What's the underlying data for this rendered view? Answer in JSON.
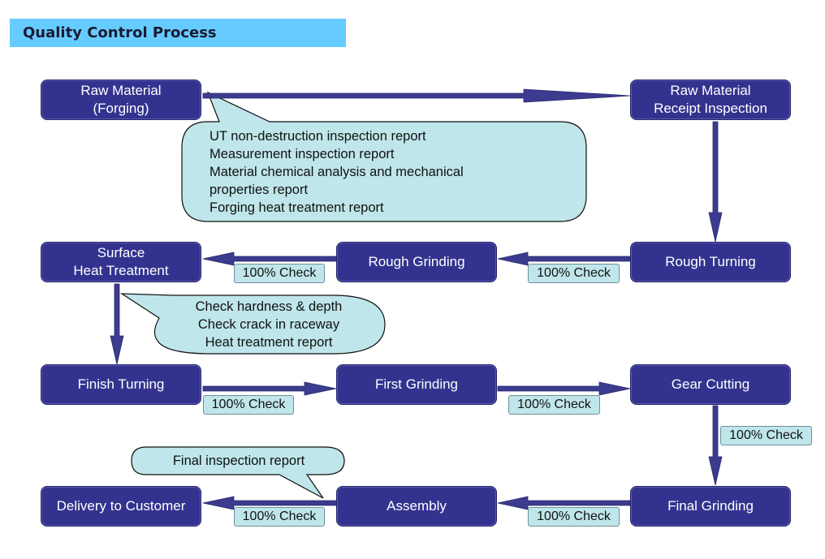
{
  "title": "Quality Control Process",
  "boxes": {
    "raw_material": [
      "Raw Material",
      "(Forging)"
    ],
    "receipt_inspection": [
      "Raw Material",
      "Receipt Inspection"
    ],
    "rough_turning": "Rough Turning",
    "rough_grinding": "Rough Grinding",
    "surface_heat_treatment": [
      "Surface",
      "Heat Treatment"
    ],
    "finish_turning": "Finish Turning",
    "first_grinding": "First Grinding",
    "gear_cutting": "Gear Cutting",
    "final_grinding": "Final Grinding",
    "assembly": "Assembly",
    "delivery": "Delivery to Customer"
  },
  "check_label": "100% Check",
  "callouts": {
    "forging_reports": [
      "UT non-destruction inspection report",
      "Measurement inspection report",
      "Material chemical analysis and mechanical",
      "properties report",
      "Forging heat treatment report"
    ],
    "heat_treatment_checks": [
      "Check hardness & depth",
      "Check crack in raceway",
      "Heat treatment report"
    ],
    "final_report": "Final inspection report"
  },
  "colors": {
    "box_fill": "#33338f",
    "arrow": "#3b3b8f",
    "callout_fill": "#bfe6ea",
    "title_bar": "#66ccff"
  }
}
